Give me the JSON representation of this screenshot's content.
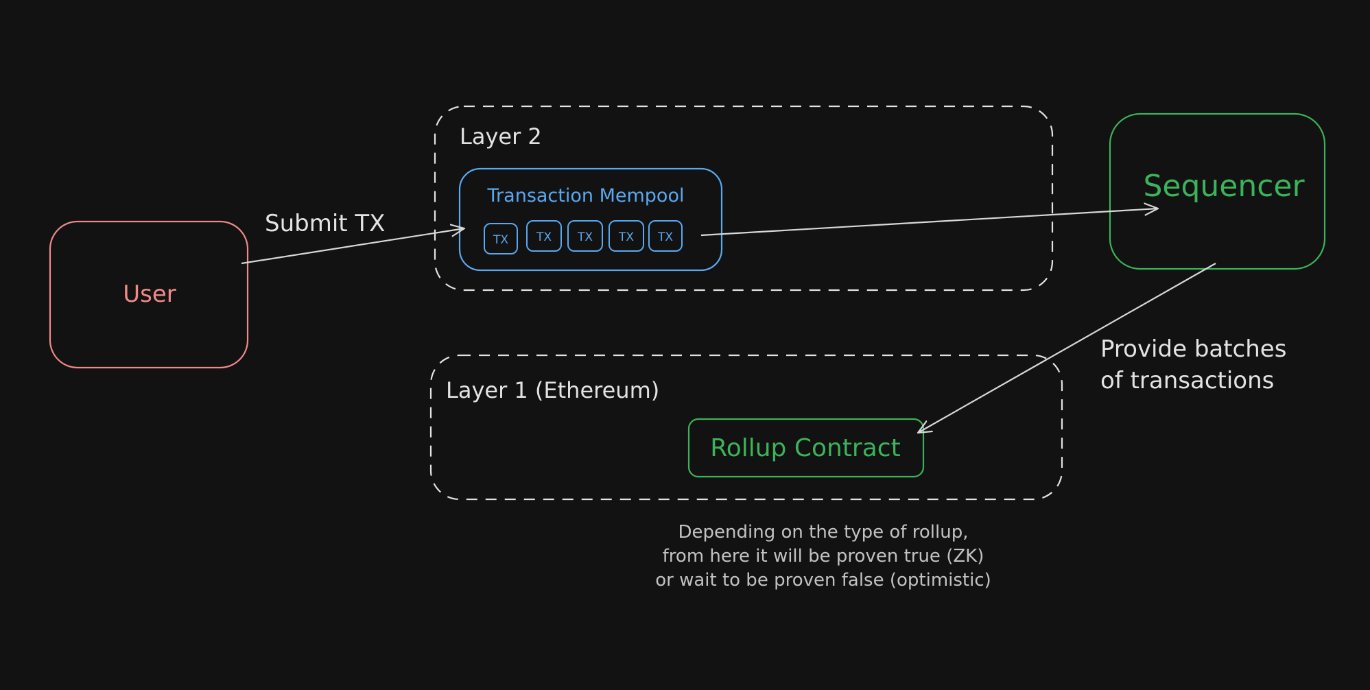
{
  "colors": {
    "background": "#121212",
    "user": "#f08a8a",
    "mempool": "#5aa8f0",
    "sequencer": "#3cb35a",
    "contract": "#3cb35a",
    "container": "#e3e3e3",
    "arrow": "#d8d8d8",
    "note": "#c2c2c2"
  },
  "nodes": {
    "user": {
      "label": "User"
    },
    "layer2": {
      "label": "Layer 2"
    },
    "mempool": {
      "label": "Transaction Mempool",
      "tx_items": [
        "TX",
        "TX",
        "TX",
        "TX",
        "TX"
      ]
    },
    "sequencer": {
      "label": "Sequencer"
    },
    "layer1": {
      "label": "Layer 1 (Ethereum)"
    },
    "rollup_contract": {
      "label": "Rollup Contract"
    }
  },
  "edges": {
    "submit_tx": {
      "label": "Submit TX"
    },
    "provide_batches": {
      "label_lines": [
        "Provide batches",
        "of transactions"
      ]
    }
  },
  "note": {
    "lines": [
      "Depending on the type of rollup,",
      "from here it will be proven true (ZK)",
      "or wait to be proven false (optimistic)"
    ]
  }
}
